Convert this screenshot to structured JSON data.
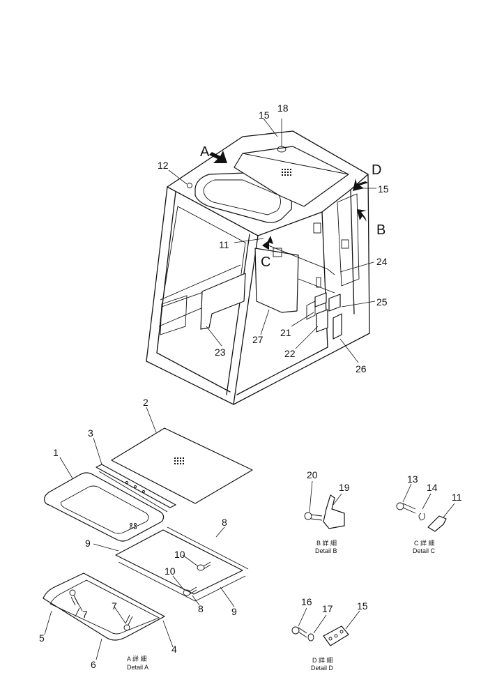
{
  "callouts": {
    "c1": "1",
    "c2": "2",
    "c3": "3",
    "c4": "4",
    "c5": "5",
    "c6": "6",
    "c7a": "7",
    "c7b": "7",
    "c8a": "8",
    "c8b": "8",
    "c9a": "9",
    "c9b": "9",
    "c10a": "10",
    "c10b": "10",
    "c11a": "11",
    "c11b": "11",
    "c12": "12",
    "c13": "13",
    "c14": "14",
    "c15a": "15",
    "c15b": "15",
    "c15c": "15",
    "c16": "16",
    "c17": "17",
    "c18": "18",
    "c19": "19",
    "c20": "20",
    "c21": "21",
    "c22": "22",
    "c23": "23",
    "c24": "24",
    "c25": "25",
    "c26": "26",
    "c27": "27"
  },
  "view_letters": {
    "a": "A",
    "b": "B",
    "c": "C",
    "d": "D"
  },
  "details": {
    "a": {
      "native": "A 詳 細",
      "label": "Detail A"
    },
    "b": {
      "native": "B 詳 細",
      "label": "Detail B"
    },
    "c": {
      "native": "C 詳 細",
      "label": "Detail C"
    },
    "d": {
      "native": "D 詳 細",
      "label": "Detail D"
    }
  }
}
